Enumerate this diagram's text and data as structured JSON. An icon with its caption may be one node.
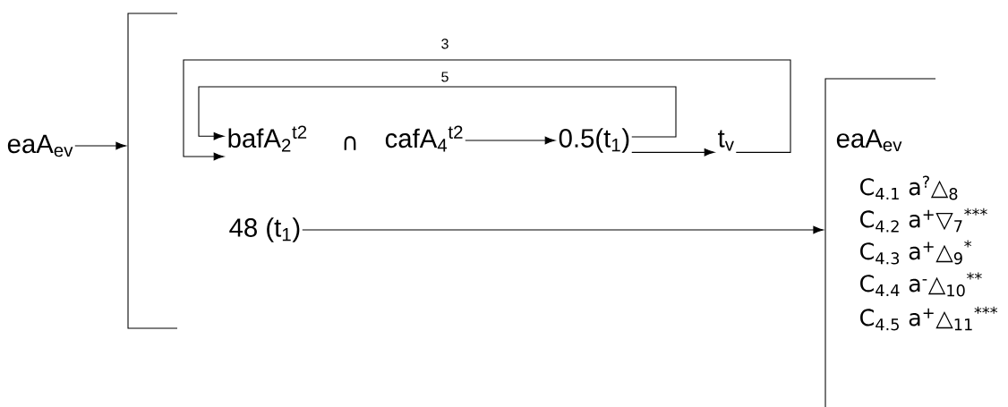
{
  "diagram": {
    "nodes": [
      {
        "text": [
          "eaA$_{ev}$"
        ]
      },
      {
        "text": [],
        "shape": "bracket"
      },
      {
        "text": [
          "bafA$_{2}$$^{t2}$"
        ]
      },
      {
        "text": [
          "cafA$_{4}$$^{t2}$"
        ]
      },
      {
        "text": [
          "0.5(t$_{1}$)"
        ]
      },
      {
        "text": [
          "t$_{v}$"
        ]
      },
      {
        "text": [
          "48 (t$_{1}$)"
        ]
      },
      {
        "text": [
          "eaA$_{ev}$",
          "C$_{4.1}$ a$^{?}$△$_{8}$",
          "C$_{4.2}$ a$^{+}$▽$_{7}$$^{***}$",
          "C$_{4.3}$ a$^{+}$△$_{9}$$^{*}$",
          "C$_{4.4}$ a$^{-}$△$_{10}$$^{**}$",
          "C$_{4.5}$ a$^{+}$△$_{11}$$^{***}$"
        ]
      }
    ],
    "edges": [
      {
        "from": 0,
        "to": 1,
        "arrow": "to"
      },
      {
        "from": 3,
        "to": 4,
        "arrow": "to"
      },
      {
        "from": 4,
        "to": 5,
        "arrow": "to"
      },
      {
        "from": 4,
        "to": 2,
        "arrow": "to",
        "label": "5"
      },
      {
        "from": 5,
        "to": 2,
        "arrow": "to",
        "label": "3"
      },
      {
        "from": 6,
        "to": 7,
        "arrow": "to"
      }
    ],
    "labels": [
      "∩"
    ]
  }
}
